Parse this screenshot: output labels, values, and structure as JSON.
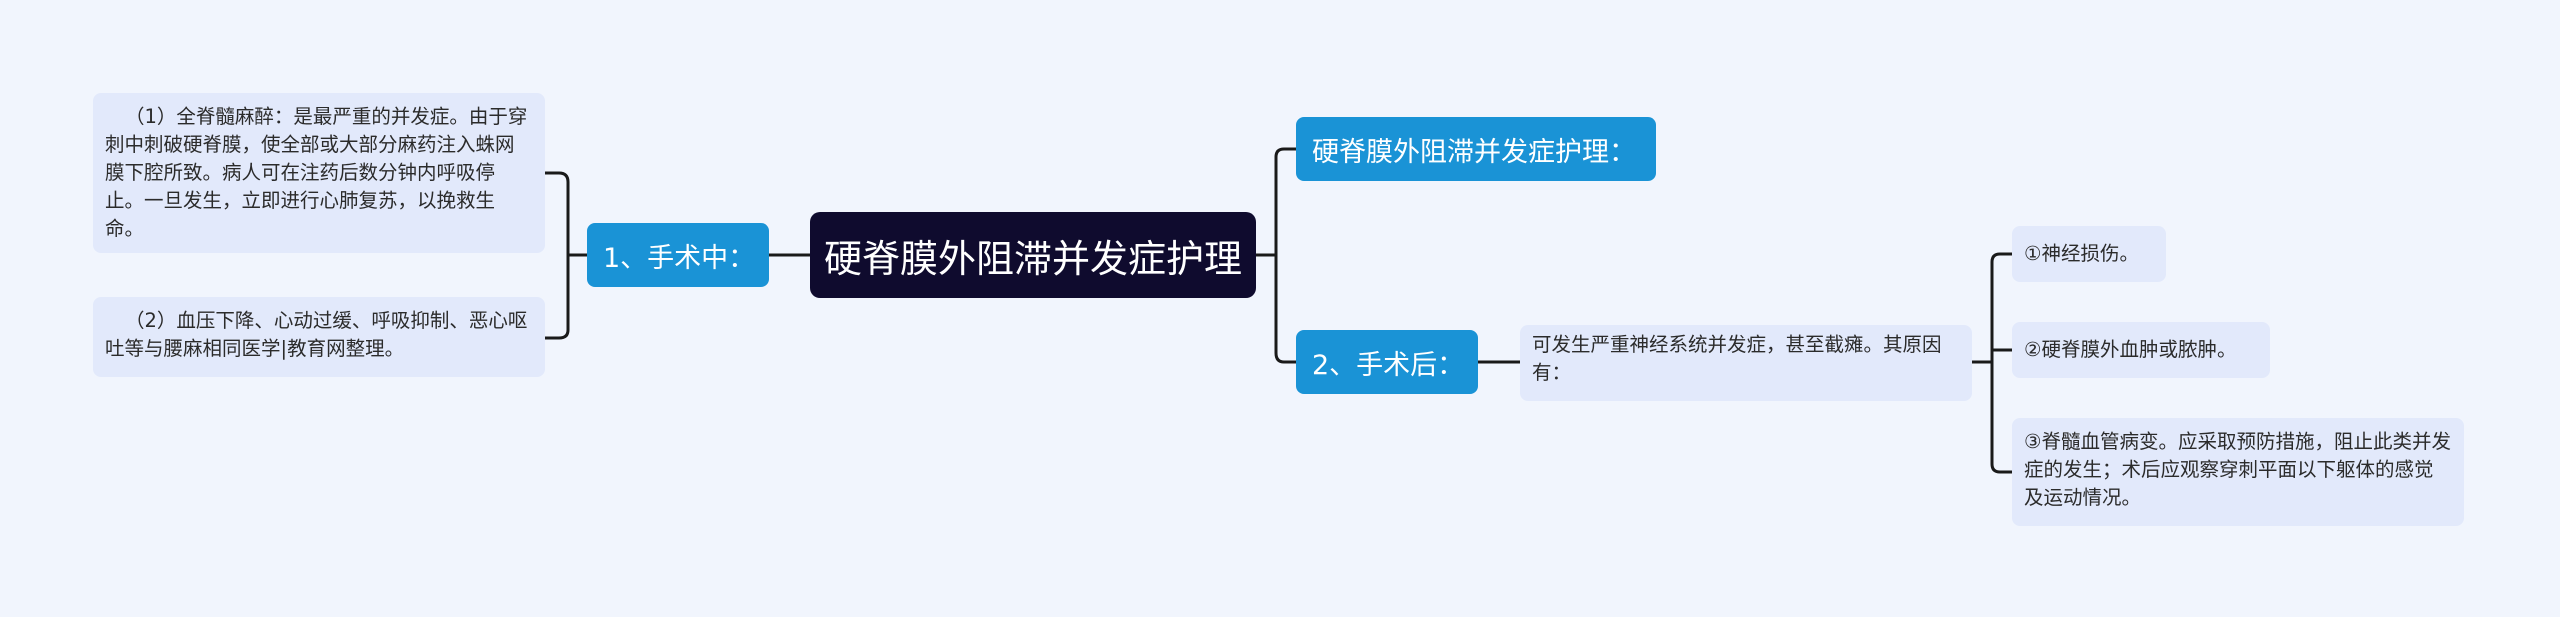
{
  "root": {
    "label": "硬脊膜外阻滞并发症护理"
  },
  "branches": {
    "intraop": {
      "label": "1、手术中：",
      "items": [
        "（1）全脊髓麻醉：是最严重的并发症。由于穿刺中刺破硬脊膜，使全部或大部分麻药注入蛛网膜下腔所致。病人可在注药后数分钟内呼吸停止。一旦发生，立即进行心肺复苏，以挽救生命。",
        "（2）血压下降、心动过缓、呼吸抑制、恶心呕吐等与腰麻相同医学|教育网整理。"
      ]
    },
    "nursing": {
      "label": "硬脊膜外阻滞并发症护理："
    },
    "postop": {
      "label": "2、手术后：",
      "summary": "可发生严重神经系统并发症，甚至截瘫。其原因有：",
      "causes": [
        "①神经损伤。",
        "②硬脊膜外血肿或脓肿。",
        "③脊髓血管病变。应采取预防措施，阻止此类并发症的发生；术后应观察穿刺平面以下躯体的感觉及运动情况。"
      ]
    }
  },
  "colors": {
    "root": "#0f0b2e",
    "branch": "#1a93d6",
    "leaf": "#e2e9fb",
    "line": "#1a1a1a",
    "background": "#f1f5fd"
  }
}
